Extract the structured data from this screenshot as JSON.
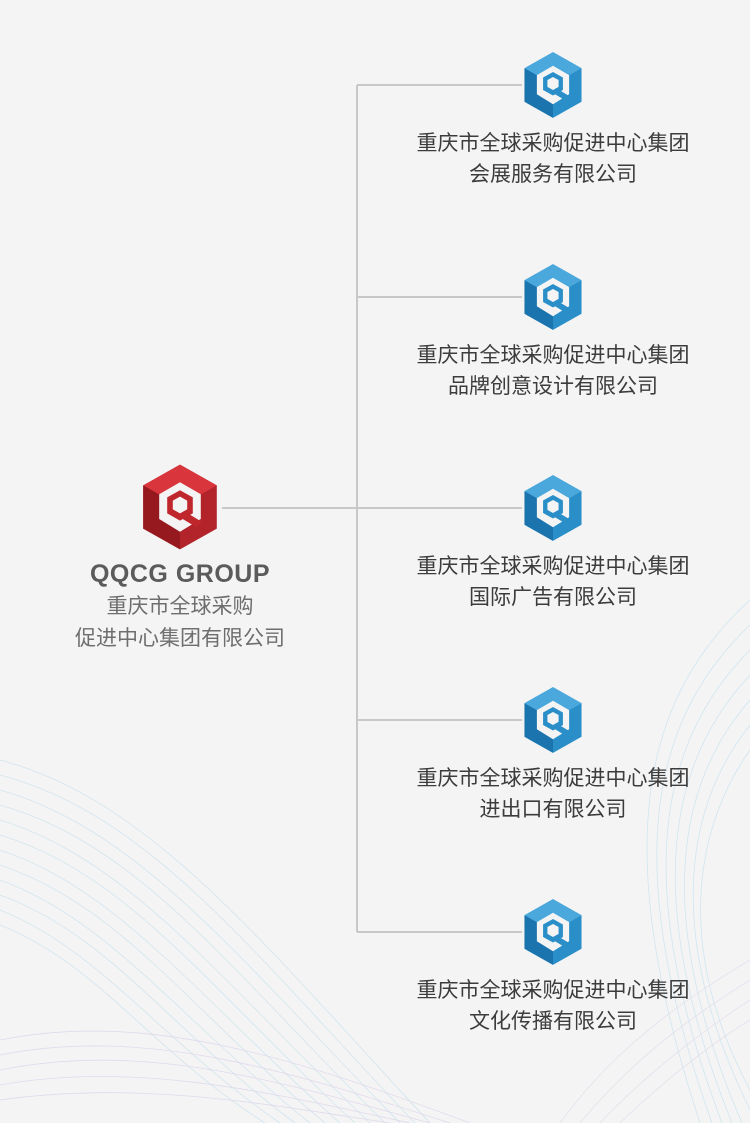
{
  "parent": {
    "brand": "QQCG GROUP",
    "name_line1": "重庆市全球采购",
    "name_line2": "促进中心集团有限公司",
    "logo_color": "#c0272d",
    "logo_icon": "qqcg-hexagon-logo-red"
  },
  "subsidiaries": [
    {
      "line1": "重庆市全球采购促进中心集团",
      "line2": "会展服务有限公司"
    },
    {
      "line1": "重庆市全球采购促进中心集团",
      "line2": "品牌创意设计有限公司"
    },
    {
      "line1": "重庆市全球采购促进中心集团",
      "line2": "国际广告有限公司"
    },
    {
      "line1": "重庆市全球采购促进中心集团",
      "line2": "进出口有限公司"
    },
    {
      "line1": "重庆市全球采购促进中心集团",
      "line2": "文化传播有限公司"
    }
  ],
  "subsidiary_logo_color": "#2a8fc9",
  "subsidiary_logo_icon": "qqcg-hexagon-logo-blue",
  "connector_color": "#c8c8c8"
}
